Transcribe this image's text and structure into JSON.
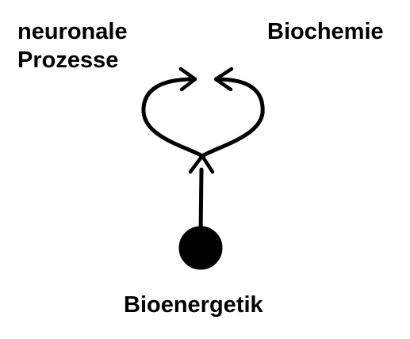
{
  "labels": {
    "left_line1": "neuronale",
    "left_line2": "Prozesse",
    "right": "Biochemie",
    "bottom": "Bioenergetik"
  },
  "colors": {
    "ink": "#000000",
    "background": "#ffffff"
  }
}
